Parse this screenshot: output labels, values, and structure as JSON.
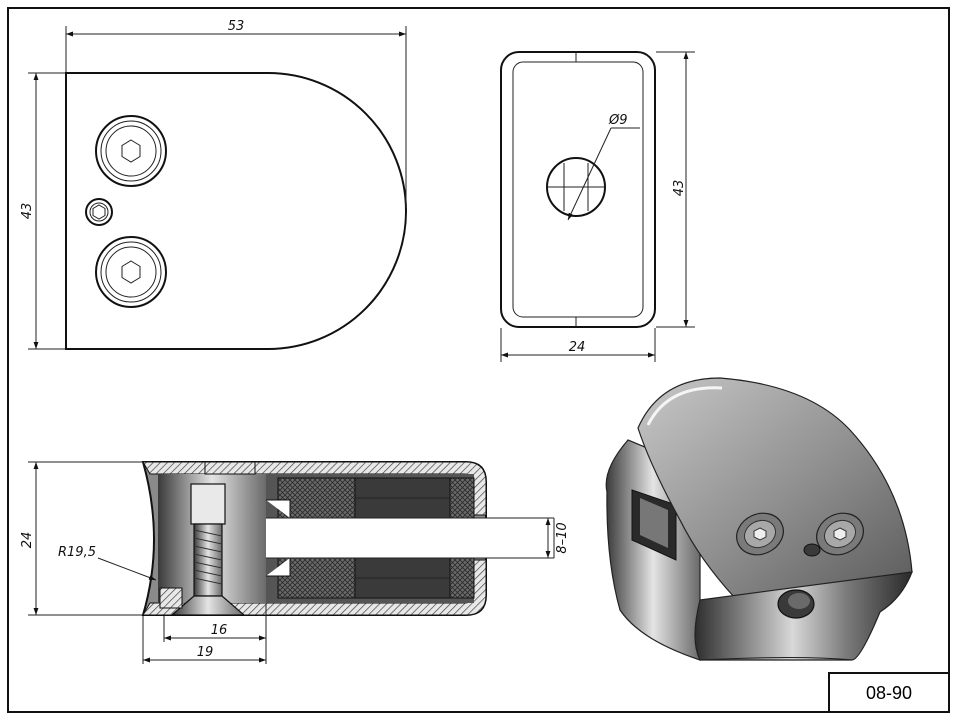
{
  "drawing_code": "08-90",
  "colors": {
    "line": "#111111",
    "metal_dark": "#3a3a3a",
    "metal_light": "#d9d9d9",
    "rubber": "#555555"
  },
  "front_view": {
    "width_label": "53",
    "height_label": "43"
  },
  "side_view": {
    "diameter_label": "Ø9",
    "height_label": "43",
    "width_label": "24"
  },
  "section_view": {
    "height_label": "24",
    "radius_label": "R19,5",
    "glass_label": "8–10",
    "screw_span_label": "16",
    "base_span_label": "19"
  }
}
